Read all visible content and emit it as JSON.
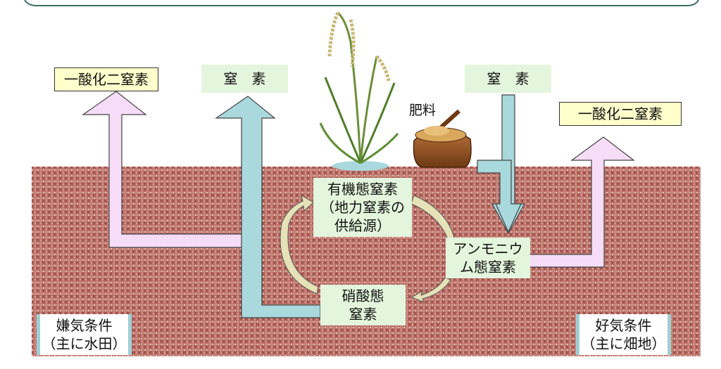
{
  "diagram": {
    "labels": {
      "n2o_left": "一酸化二窒素",
      "n2_left": "窒　素",
      "n2_right": "窒　素",
      "n2o_right": "一酸化二窒素",
      "fertilizer": "肥料",
      "organic_n": "有機態窒素\n（地力窒素の\n供給源）",
      "ammonium_n": "アンモニウ\nム態窒素",
      "nitrate_n": "硝酸態\n窒素",
      "anaerobic": "嫌気条件\n（主に水田）",
      "aerobic": "好気条件\n（主に畑地）"
    },
    "colors": {
      "soil": "#b86a62",
      "arrow_pink": "#f6dcf6",
      "arrow_blue": "#a9d8dd",
      "label_yellow": "#ffffcc",
      "label_green": "#e3f5dc",
      "cycle_arrow": "#e6e2b8"
    }
  }
}
